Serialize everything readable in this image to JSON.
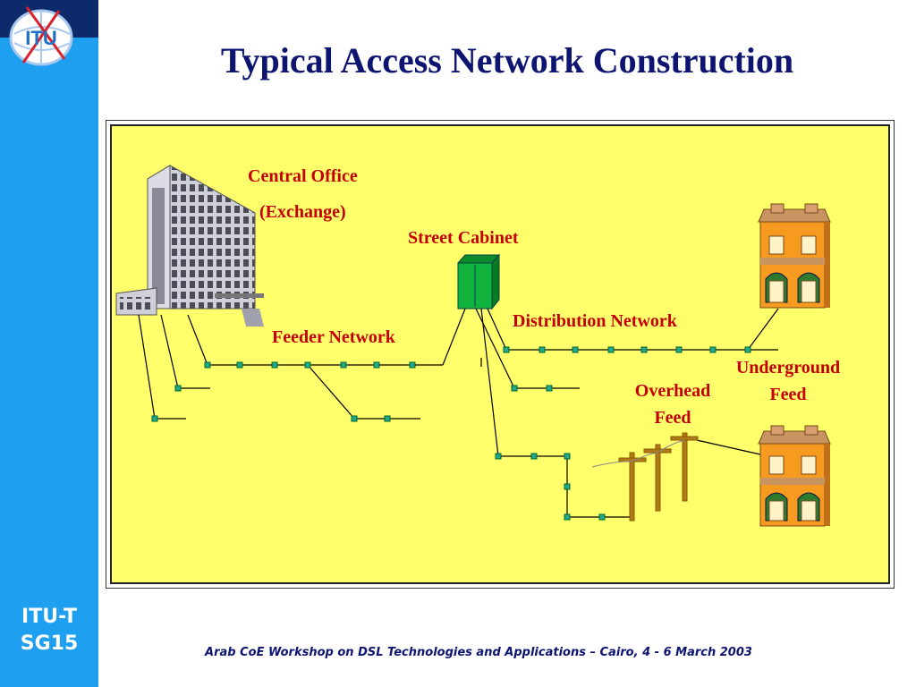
{
  "slide": {
    "title": "Typical Access Network Construction",
    "footer": "Arab CoE  Workshop on DSL Technologies and Applications – Cairo, 4 - 6 March 2003"
  },
  "sidebar": {
    "logo_text": "ITU",
    "org_line1": "ITU-T",
    "org_line2": "SG15"
  },
  "diagram": {
    "central_office_line1": "Central Office",
    "central_office_line2": "(Exchange)",
    "street_cabinet": "Street Cabinet",
    "feeder_network": "Feeder Network",
    "distribution_network": "Distribution Network",
    "underground_line1": "Underground",
    "underground_line2": "Feed",
    "overhead_line1": "Overhead",
    "overhead_line2": "Feed"
  },
  "colors": {
    "sidebar": "#1e9ff0",
    "title": "#0d1570",
    "panel": "#ffff6b",
    "label": "#c40000",
    "node": "#22aa88"
  }
}
